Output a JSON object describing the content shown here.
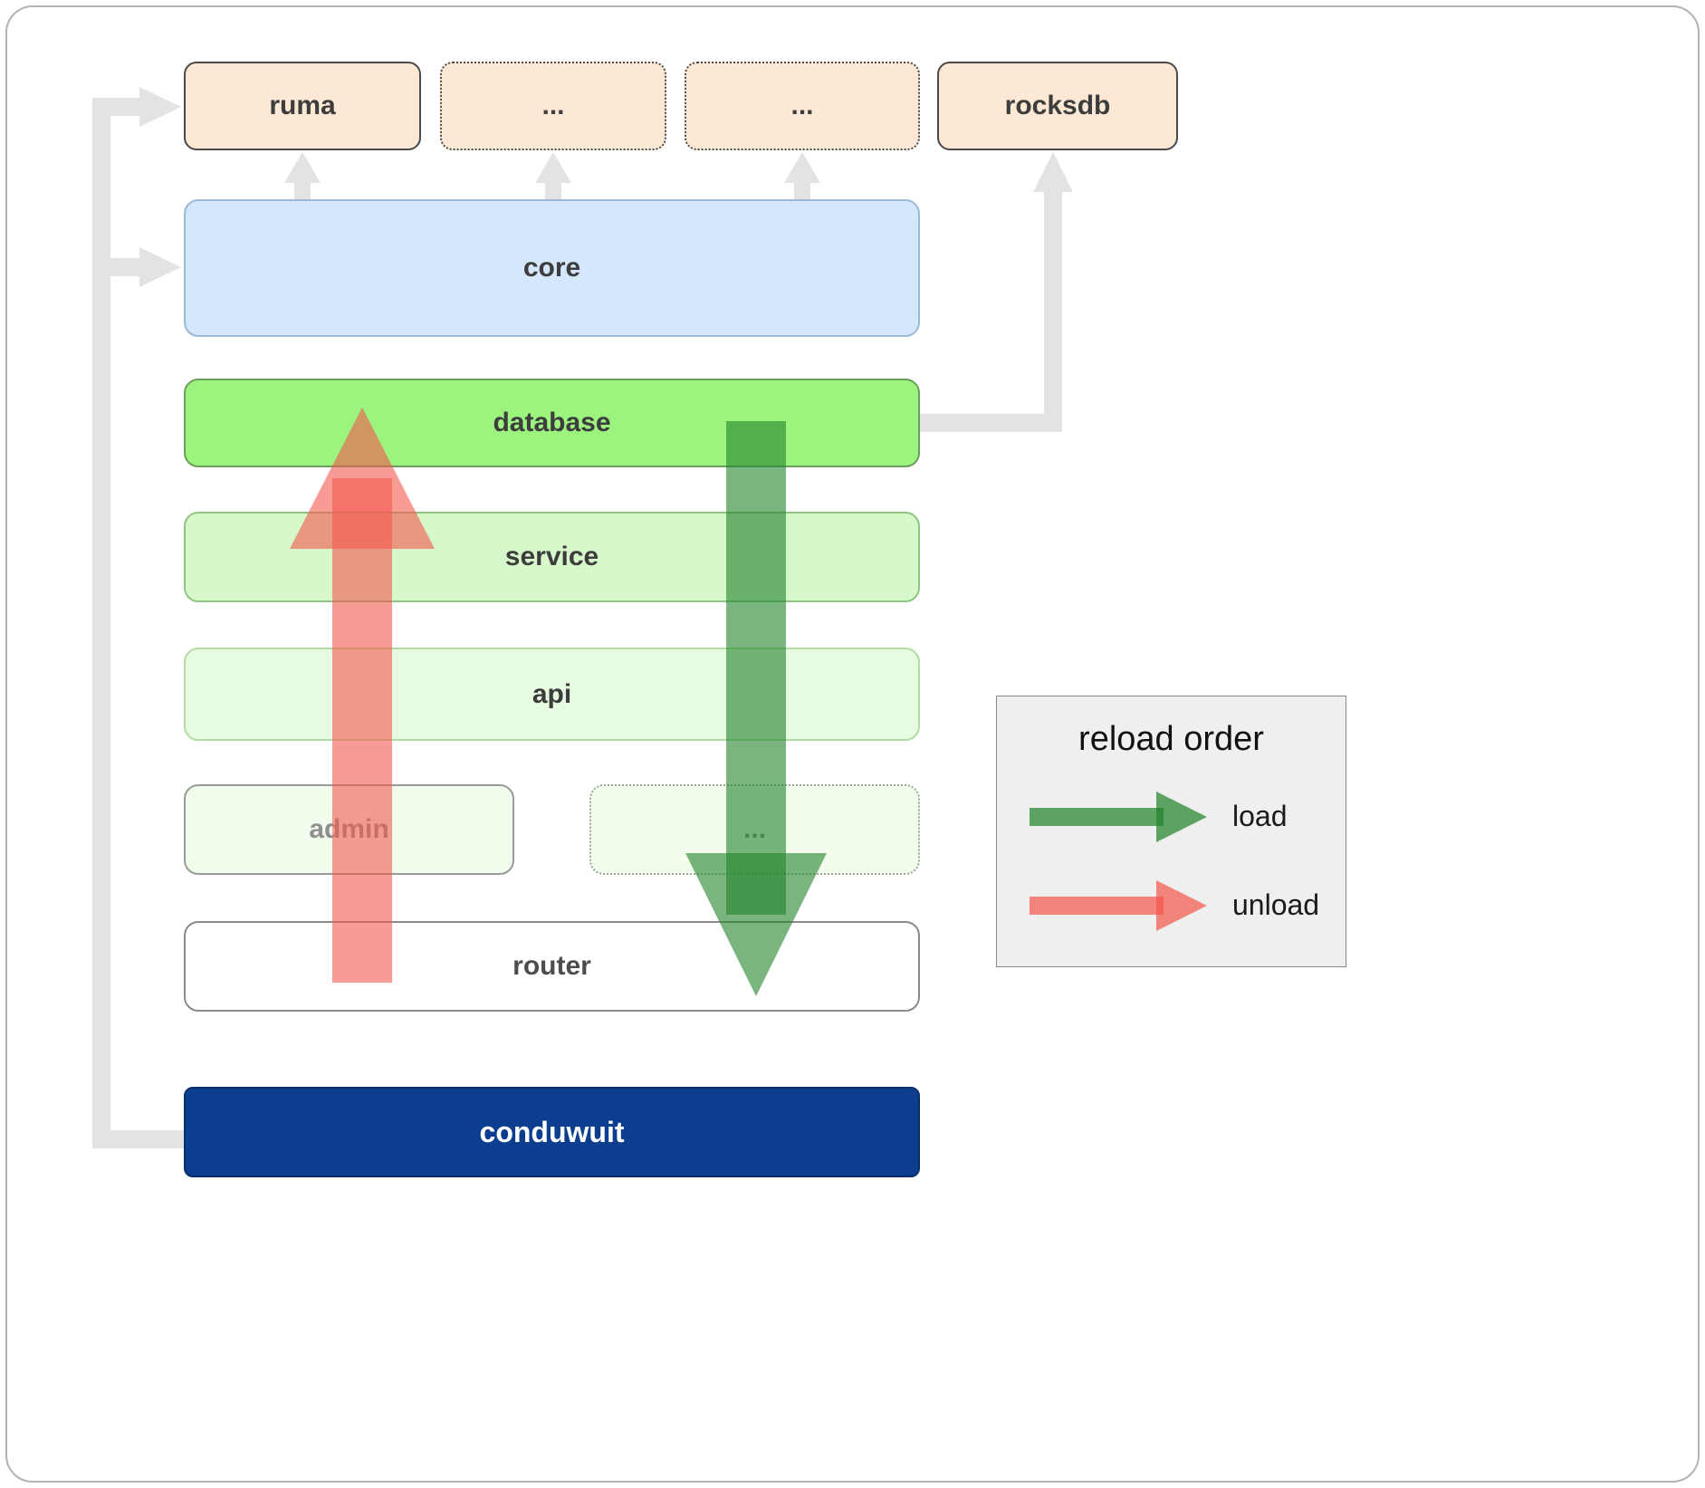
{
  "boxes": {
    "ruma": "ruma",
    "ellipsis1": "...",
    "ellipsis2": "...",
    "rocksdb": "rocksdb",
    "core": "core",
    "database": "database",
    "service": "service",
    "api": "api",
    "admin": "admin",
    "ellipsis3": "...",
    "router": "router",
    "conduwuit": "conduwuit"
  },
  "legend": {
    "title": "reload order",
    "load_label": "load",
    "unload_label": "unload"
  },
  "colors": {
    "peach_box": "#fce8d5",
    "core_box": "#d4e7fb",
    "database_box": "#9cf37e",
    "service_box": "#d6f8ca",
    "api_box": "#e7fbe0",
    "admin_box": "#f1fdec",
    "conduwuit_box": "#0b3e8f",
    "load_arrow": "#22832c",
    "unload_arrow": "#f4594e",
    "connector": "#e3e3e3"
  }
}
